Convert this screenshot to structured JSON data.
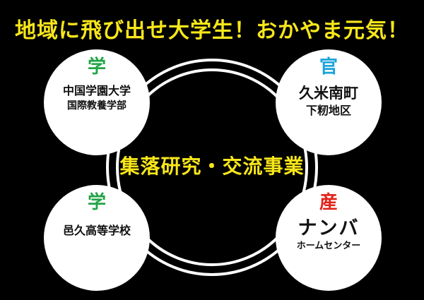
{
  "title": "地域に飛び出せ大学生！おかやま元気！",
  "center_label": "集落研究・交流事業",
  "colors": {
    "background": "#000000",
    "title": "#f7e61a",
    "gaku": "#22a447",
    "kan": "#1aa3d9",
    "san": "#e2231a",
    "ring": "#ffffff"
  },
  "nodes": {
    "top_left": {
      "category": "学",
      "line1": "中国学園大学",
      "line2": "国際教養学部"
    },
    "top_right": {
      "category": "官",
      "line1": "久米南町",
      "line2": "下籾地区"
    },
    "bottom_left": {
      "category": "学",
      "line1": "邑久高等学校"
    },
    "bottom_right": {
      "category": "産",
      "line1": "ナンバ",
      "line2": "ホームセンター"
    }
  }
}
